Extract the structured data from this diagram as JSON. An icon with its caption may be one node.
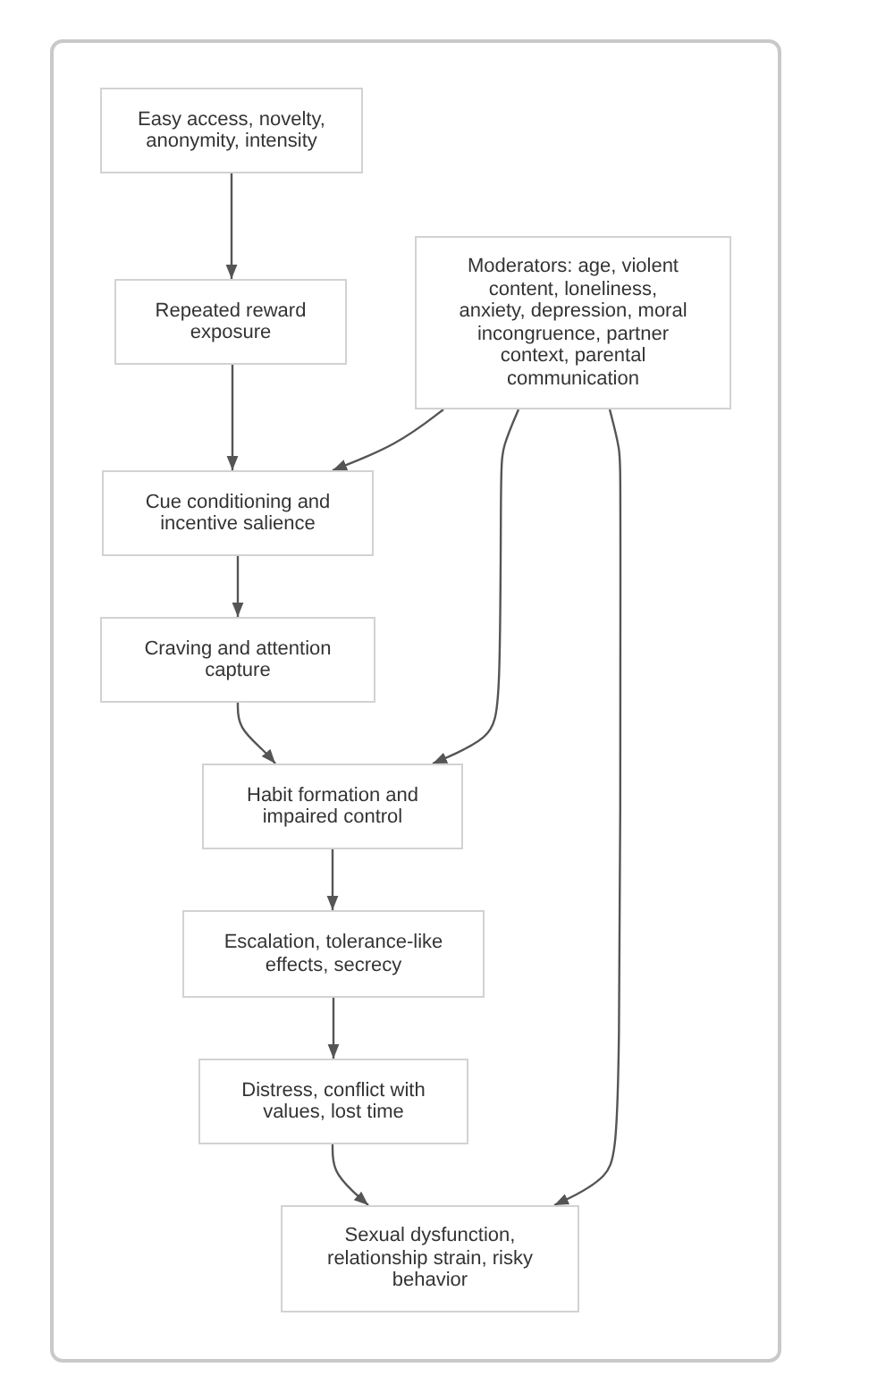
{
  "diagram": {
    "nodes": [
      {
        "text": [
          "Easy access, novelty, anonymity, intensity"
        ]
      },
      {
        "text": [
          "Repeated reward exposure"
        ]
      },
      {
        "text": [
          "Moderators: age, violent content, loneliness, anxiety, depression, moral incongruence, partner context, parental communication"
        ]
      },
      {
        "text": [
          "Cue conditioning and incentive salience"
        ]
      },
      {
        "text": [
          "Craving and attention capture"
        ]
      },
      {
        "text": [
          "Habit formation and impaired control"
        ]
      },
      {
        "text": [
          "Escalation, tolerance-like effects, secrecy"
        ]
      },
      {
        "text": [
          "Distress, conflict with values, lost time"
        ]
      },
      {
        "text": [
          "Sexual dysfunction, relationship strain, risky behavior"
        ]
      }
    ],
    "edges": [
      {
        "from": 0,
        "to": 1,
        "arrow": "to"
      },
      {
        "from": 1,
        "to": 3,
        "arrow": "to"
      },
      {
        "from": 2,
        "to": 3,
        "arrow": "to"
      },
      {
        "from": 3,
        "to": 4,
        "arrow": "to"
      },
      {
        "from": 4,
        "to": 5,
        "arrow": "to"
      },
      {
        "from": 2,
        "to": 5,
        "arrow": "to"
      },
      {
        "from": 5,
        "to": 6,
        "arrow": "to"
      },
      {
        "from": 6,
        "to": 7,
        "arrow": "to"
      },
      {
        "from": 7,
        "to": 8,
        "arrow": "to"
      },
      {
        "from": 2,
        "to": 8,
        "arrow": "to"
      }
    ]
  }
}
